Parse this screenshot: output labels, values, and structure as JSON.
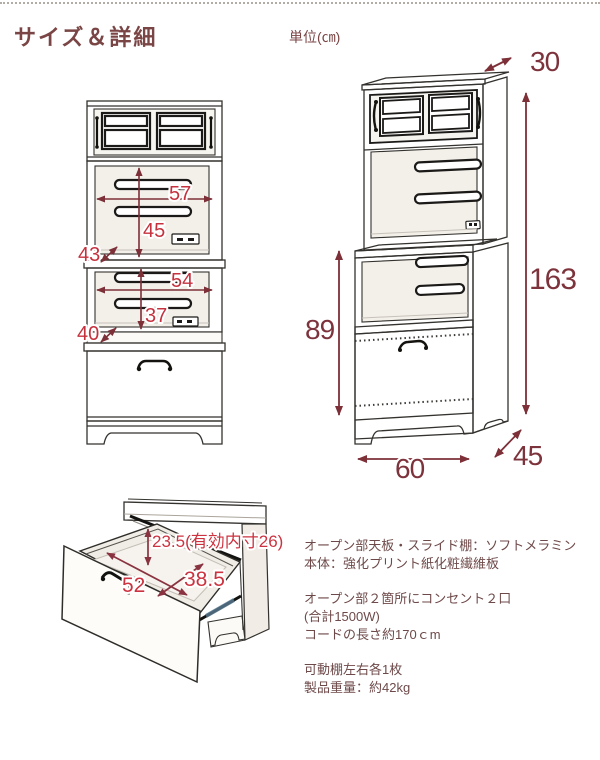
{
  "header": {
    "title": "サイズ＆詳細",
    "unit": "単位(㎝)"
  },
  "front_view": {
    "upper_open_width": "57",
    "upper_open_height": "45",
    "upper_depth": "43",
    "middle_open_width": "54",
    "middle_open_height": "37",
    "middle_depth": "40"
  },
  "perspective_view": {
    "top_depth": "30",
    "total_height": "163",
    "lower_height": "89",
    "width": "60",
    "depth": "45"
  },
  "drawer_view": {
    "inner_height": "23.5(有効内寸26)",
    "inner_width": "52",
    "inner_depth": "38.5"
  },
  "specs": {
    "materials": [
      "オープン部天板・スライド棚：ソフトメラミン",
      "本体：強化プリント紙化粧繊維板"
    ],
    "outlet": [
      "オープン部２箇所にコンセント２口",
      "(合計1500W)",
      "コードの長さ約170ｃm"
    ],
    "other": [
      "可動棚左右各1枚",
      "製品重量：約42kg"
    ]
  },
  "colors": {
    "title_brown": "#7a4545",
    "dim_red": "#c5323e",
    "dim_maroon": "#7d333c",
    "line_dark": "#34322e"
  }
}
